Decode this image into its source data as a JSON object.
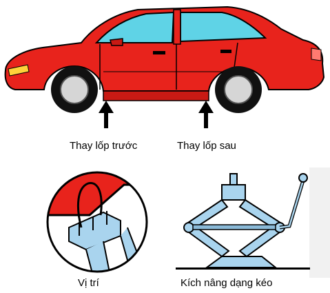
{
  "labels": {
    "front_tire": "Thay lốp trước",
    "rear_tire": "Thay lốp sau",
    "position": "Vị trí",
    "scissor_jack": "Kích nâng dạng kéo"
  },
  "colors": {
    "car_body": "#e8231c",
    "window": "#5fd3e6",
    "tire": "#111111",
    "rim": "#d6d6d6",
    "jack": "#a9d4ee",
    "outline": "#000000"
  }
}
